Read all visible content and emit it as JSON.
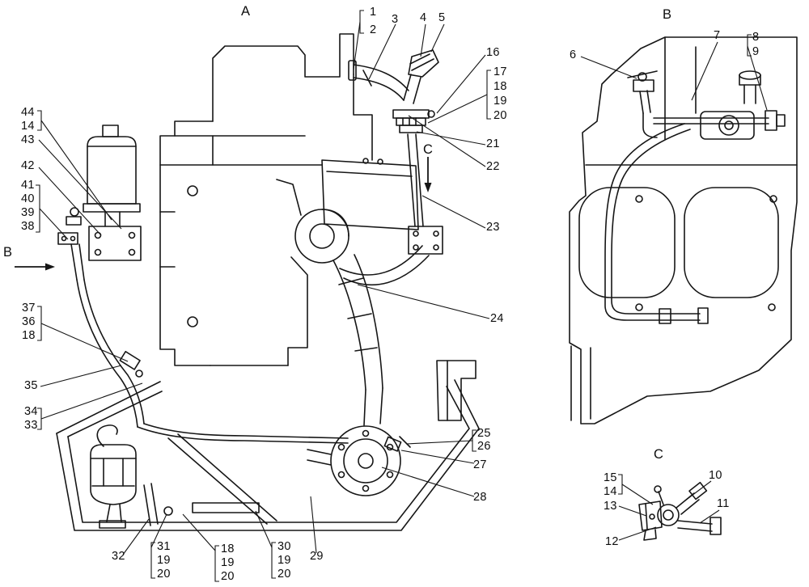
{
  "figure": {
    "kind": "technical-parts-diagram",
    "background_color": "#ffffff",
    "line_color": "#161616"
  },
  "views": {
    "a": "A",
    "b": "B",
    "c": "C"
  },
  "direction_arrows": {
    "b": "B",
    "c": "C"
  },
  "callouts": {
    "c1": "1",
    "c2": "2",
    "c3": "3",
    "c4": "4",
    "c5": "5",
    "c6": "6",
    "c7": "7",
    "c8": "8",
    "c9": "9",
    "c10": "10",
    "c11": "11",
    "c12": "12",
    "c13": "13",
    "c14_left": "14",
    "c14_view_c": "14",
    "c15": "15",
    "c16": "16",
    "c17": "17",
    "c18_right": "18",
    "c18_left": "18",
    "c18_bottom": "18",
    "c19_right": "19",
    "c19_b1": "19",
    "c19_b2": "19",
    "c19_b3": "19",
    "c20_right": "20",
    "c20_b1": "20",
    "c20_b2": "20",
    "c20_b3": "20",
    "c21": "21",
    "c22": "22",
    "c23": "23",
    "c24": "24",
    "c25": "25",
    "c26": "26",
    "c27": "27",
    "c28": "28",
    "c29": "29",
    "c30": "30",
    "c31": "31",
    "c32": "32",
    "c33": "33",
    "c34": "34",
    "c35": "35",
    "c36": "36",
    "c37": "37",
    "c38": "38",
    "c39": "39",
    "c40": "40",
    "c41": "41",
    "c42": "42",
    "c43": "43",
    "c44": "44"
  }
}
